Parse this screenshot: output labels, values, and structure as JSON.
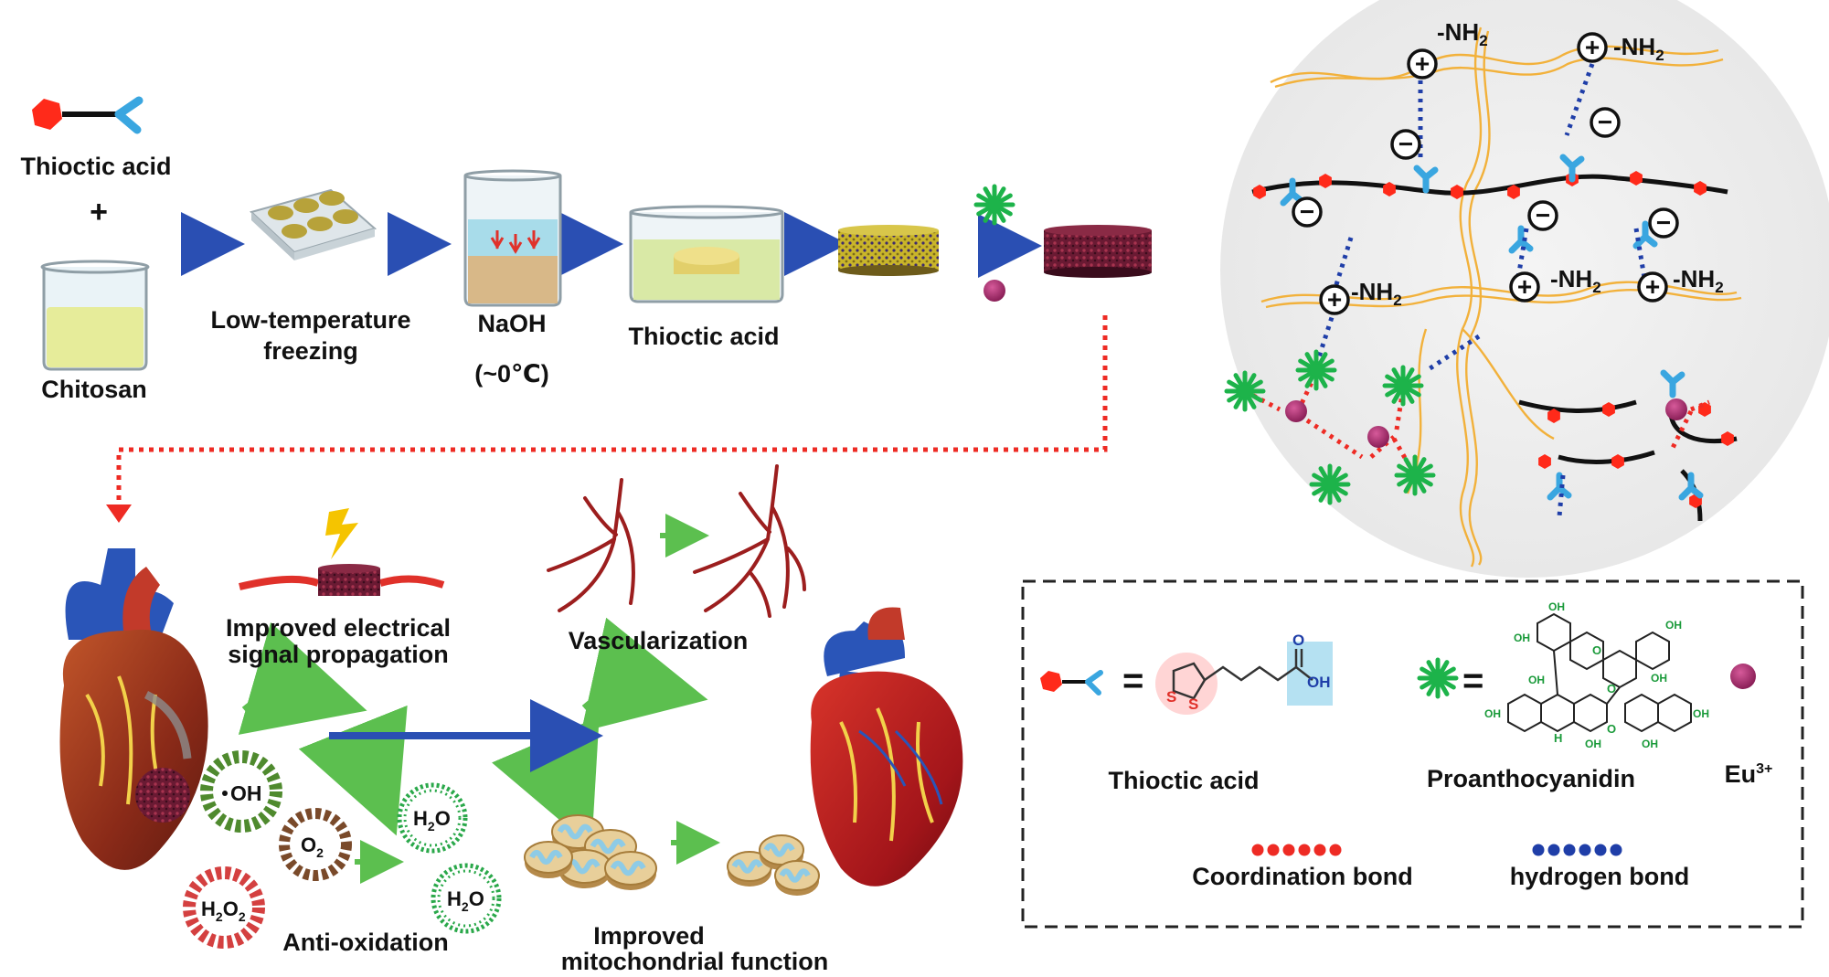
{
  "colors": {
    "hexagon_red": "#ff2a1a",
    "tail_blue": "#3aa6e0",
    "arrow_blue": "#2a4fb3",
    "arrow_green": "#5cbf4f",
    "dotted_red": "#ee2b24",
    "hbond_blue": "#1f3ea8",
    "chitosan_orange": "#f2b13b",
    "star_green": "#1db34a",
    "eu_purple": "#a8336f"
  },
  "top": {
    "thioctic_acid": "Thioctic acid",
    "plus": "+",
    "chitosan": "Chitosan",
    "freezing_1": "Low-temperature",
    "freezing_2": "freezing",
    "naoh": "NaOH",
    "naoh_temp": "(~0℃)",
    "thioctic_bath": "Thioctic acid"
  },
  "network": {
    "amine": "-NH",
    "amine_sub": "2",
    "plus_sign": "+",
    "minus_sign": "−"
  },
  "bottom": {
    "electrical_1": "Improved electrical",
    "electrical_2": "signal propagation",
    "vascularization": "Vascularization",
    "anti_oxidation": "Anti-oxidation",
    "mito_1": "Improved",
    "mito_2": "mitochondrial function",
    "oh": "OH",
    "o2": "O",
    "o2_sub": "2",
    "h2o2": "H",
    "h2o2_sub": "2",
    "h2o2_o": "O",
    "h2o": "H",
    "h2o_sub": "2",
    "h2o_o": "O"
  },
  "legend": {
    "thioctic_acid": "Thioctic acid",
    "proanthocyanidin": "Proanthocyanidin",
    "eu": "Eu",
    "eu_sup": "3+",
    "coordination_bond": "Coordination bond",
    "hydrogen_bond": "hydrogen bond",
    "equals": "=",
    "ta_s1": "S",
    "ta_s2": "S",
    "ta_oh": "OH",
    "ta_o": "O",
    "pa_oh": "OH",
    "pa_o": "O",
    "pa_h": "H"
  }
}
